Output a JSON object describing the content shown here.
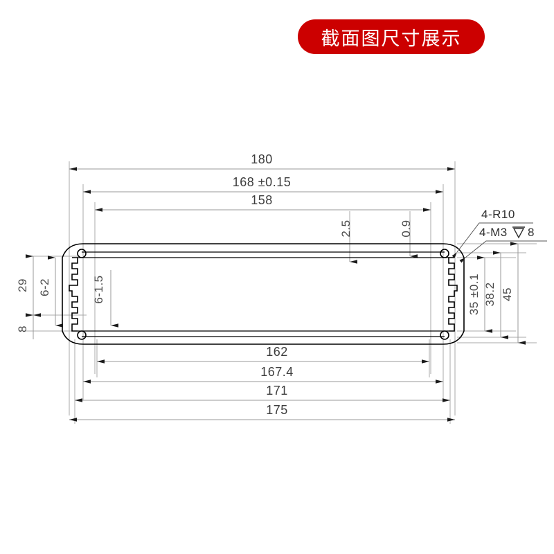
{
  "banner": {
    "label": "截面图尺寸展示",
    "color": "#cc0000",
    "text_color": "#ffffff"
  },
  "drawing": {
    "title": "Aluminum enclosure extrusion cross-section",
    "background": "#ffffff",
    "line_color": "#000000",
    "dimension_color": "#9a9a9a",
    "text_color": "#4a4a4a"
  },
  "dimensions": {
    "top": [
      {
        "id": "d180",
        "value": "180"
      },
      {
        "id": "d168",
        "value": "168  ±0.15"
      },
      {
        "id": "d158",
        "value": "158"
      }
    ],
    "bottom": [
      {
        "id": "d162",
        "value": "162"
      },
      {
        "id": "d1674",
        "value": "167.4"
      },
      {
        "id": "d171",
        "value": "171"
      },
      {
        "id": "d175",
        "value": "175"
      }
    ],
    "left": [
      {
        "id": "d29",
        "value": "29"
      },
      {
        "id": "d6_2",
        "value": "6-2"
      },
      {
        "id": "d6_15",
        "value": "6-1.5"
      },
      {
        "id": "d8",
        "value": "8"
      }
    ],
    "right": [
      {
        "id": "d35",
        "value": "35 ±0.1"
      },
      {
        "id": "d382",
        "value": "38.2"
      },
      {
        "id": "d45",
        "value": "45"
      }
    ],
    "inner_vertical": [
      {
        "id": "d25",
        "value": "2.5"
      },
      {
        "id": "d09",
        "value": "0.9"
      }
    ]
  },
  "callouts": [
    {
      "id": "c_r10",
      "value": "4-R10"
    },
    {
      "id": "c_m3",
      "value": "4-M3"
    },
    {
      "id": "c_m3_depth",
      "value": "8",
      "symbol": "depth-arrow"
    }
  ]
}
